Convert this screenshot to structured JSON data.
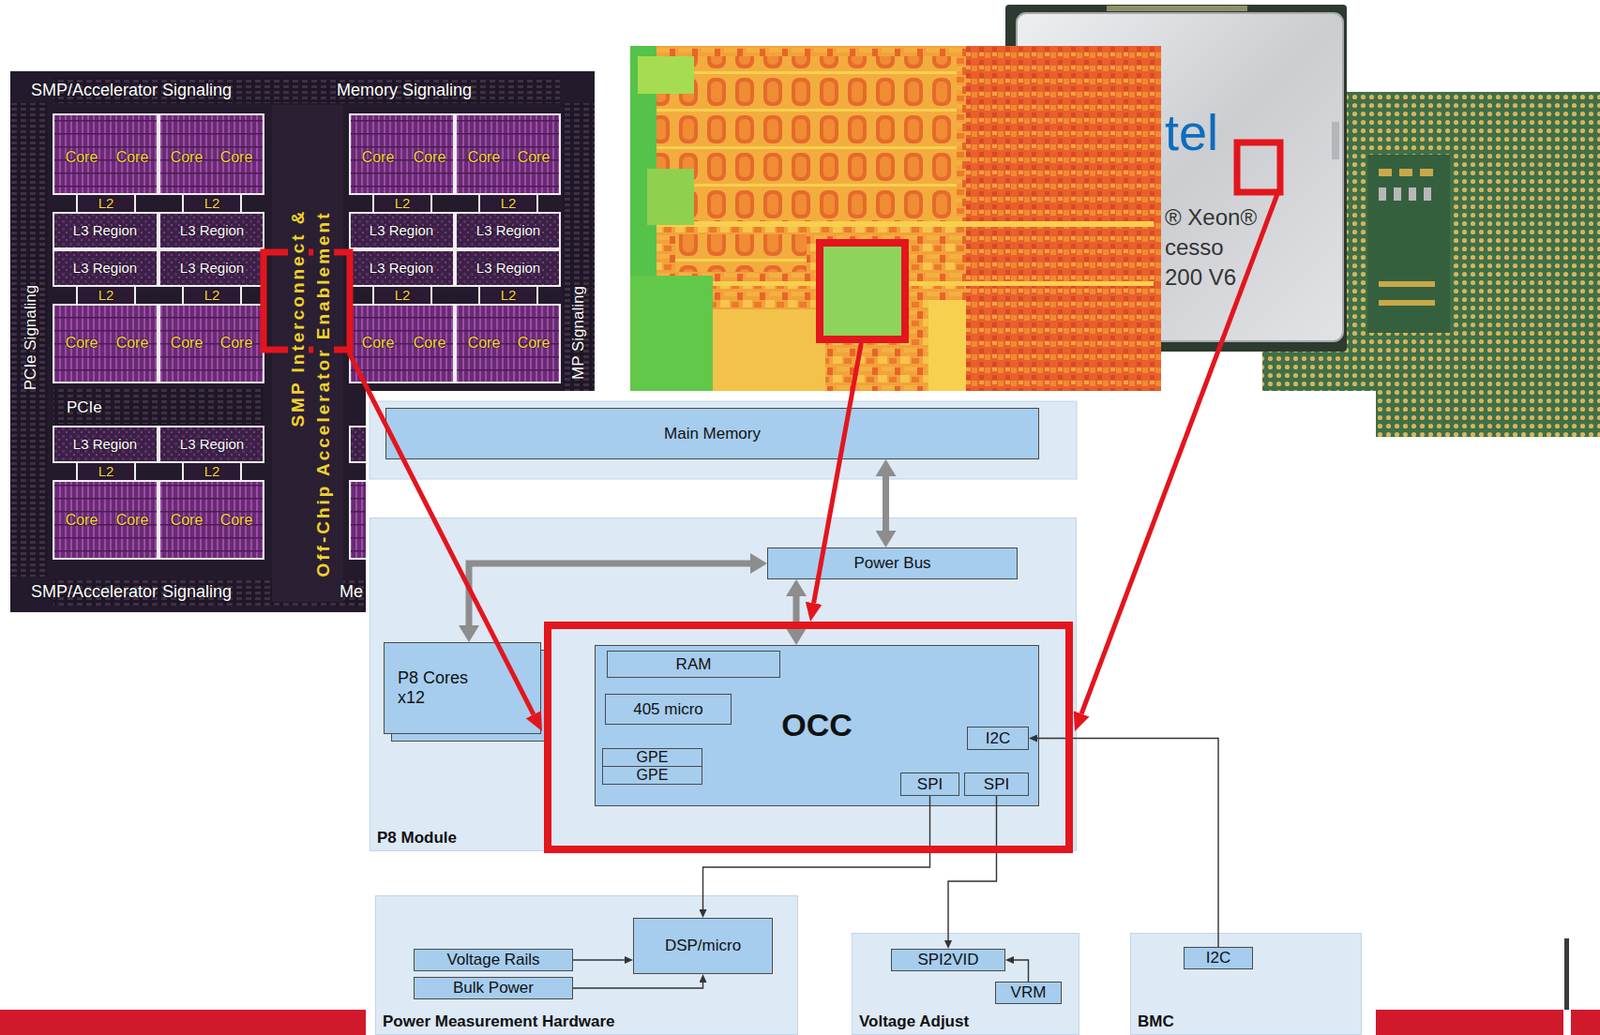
{
  "diagram": {
    "nodes": [
      {
        "text": [
          "Main Memory"
        ]
      },
      {
        "text": [
          "P8 Module"
        ]
      },
      {
        "text": [
          "Power Bus"
        ],
        "in": 1
      },
      {
        "text": [
          "P8 Cores x12"
        ],
        "in": 1
      },
      {
        "text": [
          "OCC"
        ],
        "in": 1
      },
      {
        "text": [
          "RAM"
        ],
        "in": 4
      },
      {
        "text": [
          "405 micro"
        ],
        "in": 4
      },
      {
        "text": [
          "GPE"
        ],
        "in": 4
      },
      {
        "text": [
          "GPE"
        ],
        "in": 4
      },
      {
        "text": [
          "I2C"
        ],
        "in": 4
      },
      {
        "text": [
          "SPI"
        ],
        "in": 4
      },
      {
        "text": [
          "SPI"
        ],
        "in": 4
      },
      {
        "text": [
          "Power Measurement Hardware"
        ]
      },
      {
        "text": [
          "Voltage Rails"
        ],
        "in": 12
      },
      {
        "text": [
          "Bulk Power"
        ],
        "in": 12
      },
      {
        "text": [
          "DSP/micro"
        ],
        "in": 12
      },
      {
        "text": [
          "Voltage Adjust"
        ]
      },
      {
        "text": [
          "SPI2VID"
        ],
        "in": 16
      },
      {
        "text": [
          "VRM"
        ],
        "in": 16
      },
      {
        "text": [
          "BMC"
        ]
      },
      {
        "text": [
          "I2C"
        ],
        "in": 19
      }
    ],
    "edges": [
      {
        "from": 0,
        "to": 2,
        "arrow": "both"
      },
      {
        "from": 2,
        "to": 3,
        "arrow": "both"
      },
      {
        "from": 4,
        "to": 2,
        "arrow": "both"
      },
      {
        "from": 10,
        "to": 15,
        "arrow": "to"
      },
      {
        "from": 11,
        "to": 17,
        "arrow": "to"
      },
      {
        "from": 20,
        "to": 9,
        "arrow": "to"
      },
      {
        "from": 13,
        "to": 15,
        "arrow": "to"
      },
      {
        "from": 14,
        "to": 15,
        "arrow": "to"
      },
      {
        "from": 18,
        "to": 17,
        "arrow": "to"
      }
    ],
    "labels": [
      "SMP/Accelerator Signaling",
      "Memory Signaling",
      "Core",
      "Core",
      "Core",
      "Core",
      "Core",
      "Core",
      "Core",
      "Core",
      "L2",
      "L2",
      "L2",
      "L2",
      "L3 Region",
      "L3 Region",
      "L3 Region",
      "L3 Region",
      "L3 Region",
      "L3 Region",
      "L3 Region",
      "L3 Region",
      "L2",
      "L2",
      "L2",
      "L2",
      "Core",
      "Core",
      "Core",
      "Core",
      "Core",
      "Core",
      "Core",
      "Core",
      "PCIe Signaling",
      "SMP Interconnect &",
      "Off-Chip Accelerator Enablement",
      "MP Signaling",
      "PCIe",
      "L3 Region",
      "L3 Region",
      "L2",
      "L2",
      "Core",
      "Core",
      "Core",
      "Core",
      "SMP/Accelerator Signaling",
      "Me",
      "tel",
      "® Xeon®",
      "cesso",
      "200 V6"
    ]
  }
}
